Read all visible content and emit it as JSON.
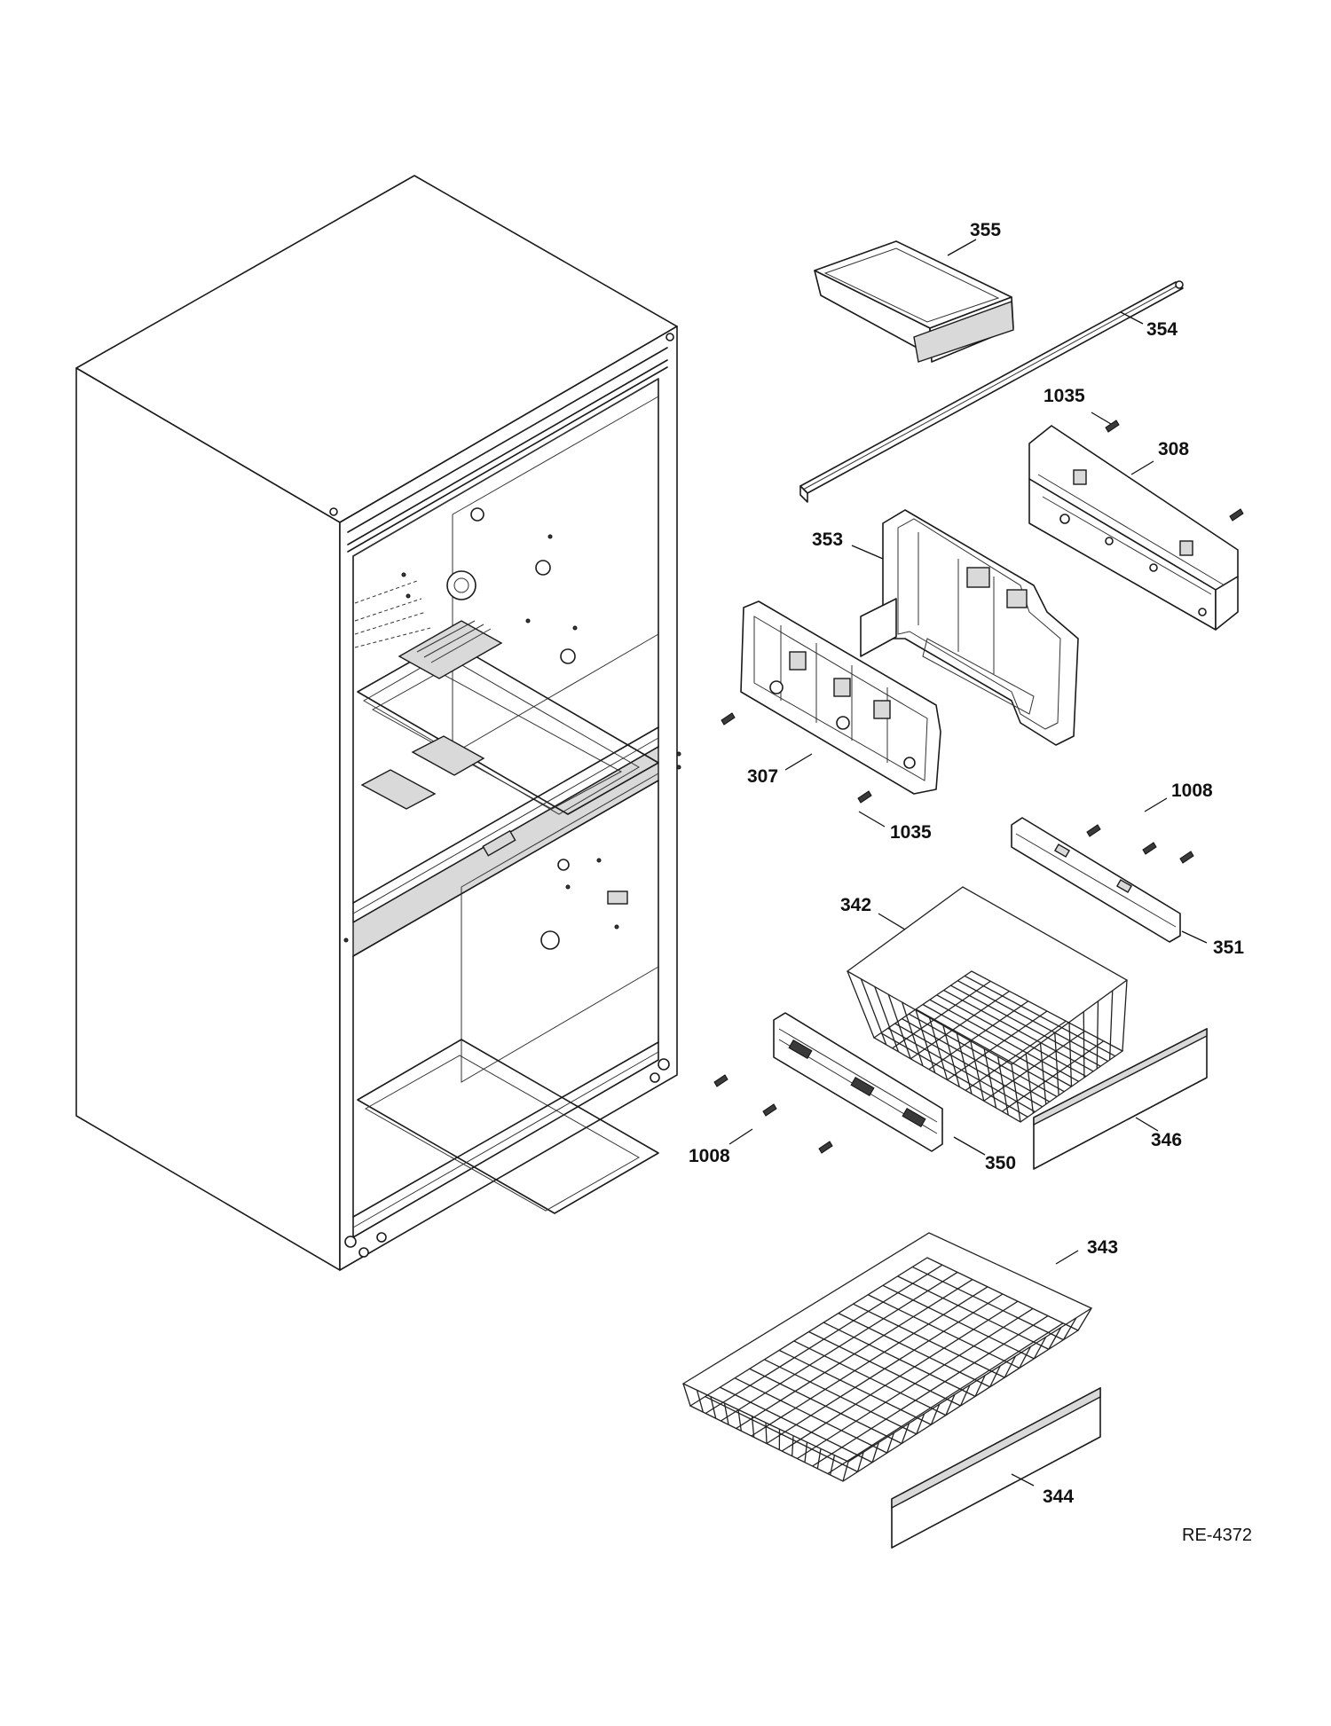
{
  "diagram": {
    "reference_code": "RE-4372",
    "part_labels": {
      "p355": "355",
      "p354": "354",
      "p1035_top": "1035",
      "p308": "308",
      "p353": "353",
      "p307": "307",
      "p1035_mid": "1035",
      "p1008_right": "1008",
      "p342": "342",
      "p351": "351",
      "p346": "346",
      "p350": "350",
      "p1008_left": "1008",
      "p343": "343",
      "p344": "344"
    }
  }
}
